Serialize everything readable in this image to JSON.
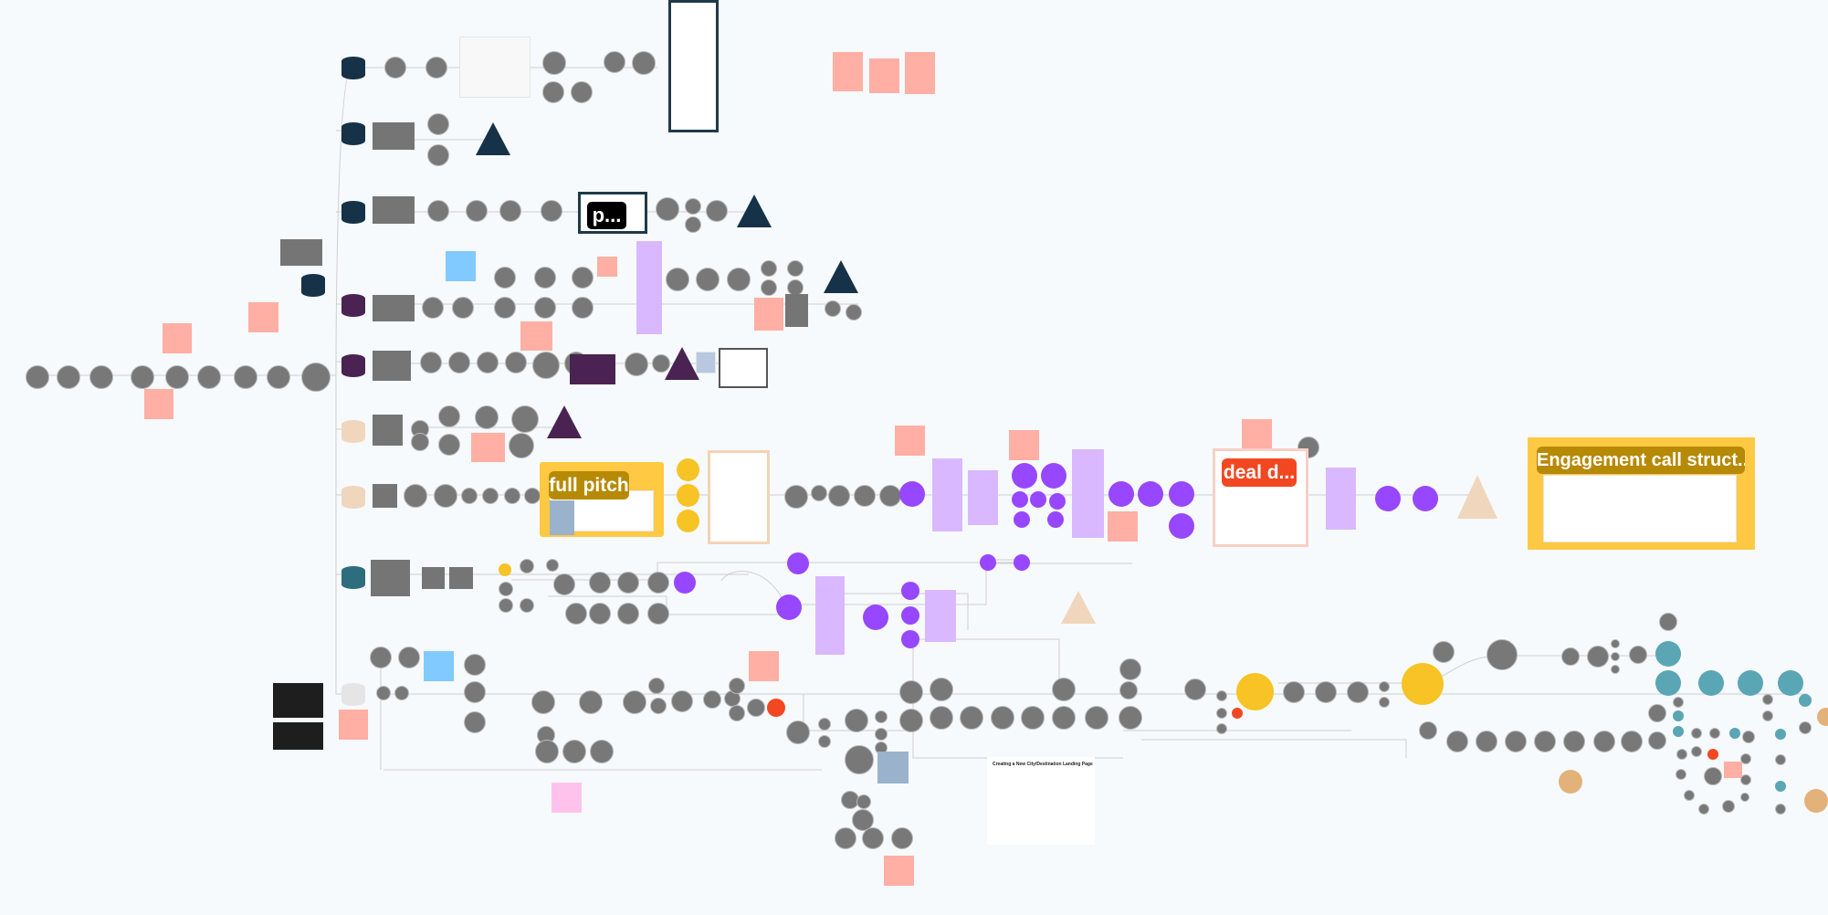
{
  "labels": {
    "full_pitch": "full pitch",
    "p_label": "p...",
    "deal_label": "deal d...",
    "engagement": "Engagement call struct..."
  },
  "documents": {
    "landing_page_title": "Creating a New City/Destination Landing Page"
  },
  "colors": {
    "background": "#f6fafd",
    "node_gray": "#787878",
    "node_purple": "#9747ff",
    "node_yellow": "#f7c325",
    "node_red": "#f24822",
    "node_teal": "#5aa6b5",
    "sticky_salmon": "#ffafa3",
    "sticky_lavender": "#d9b8ff",
    "sticky_blue": "#80caff",
    "section_yellow": "#ffc943",
    "navy": "#163248",
    "plum": "#4a2353"
  }
}
